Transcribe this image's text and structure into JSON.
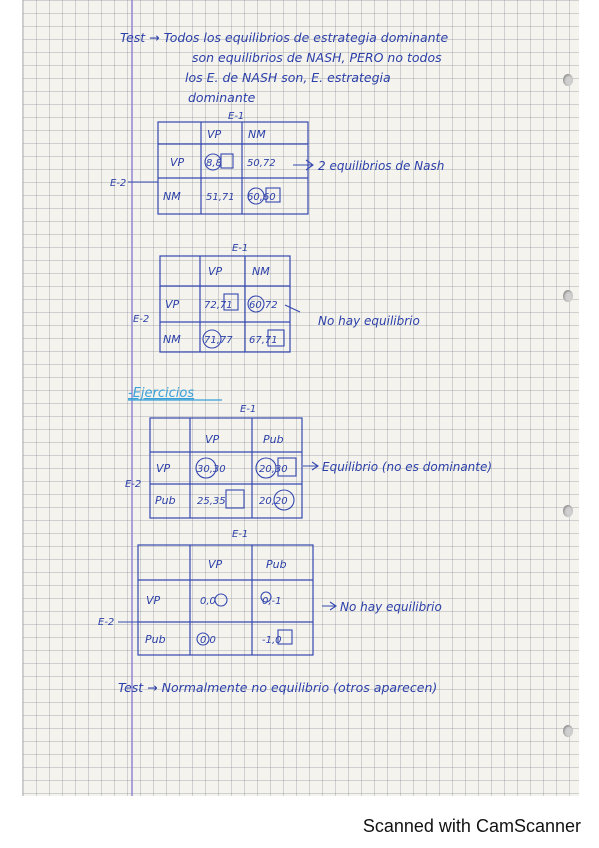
{
  "notes": {
    "intro_lines": [
      "Test → Todos los equilibrios de estrategia dominante",
      "son equilibrios de NASH, PERO no todos",
      "los E. de NASH son, E. estrategia",
      "dominante"
    ],
    "game1": {
      "player_top": "E-1",
      "player_left": "E-2",
      "cols": [
        "VP",
        "NM"
      ],
      "rows": [
        "VP",
        "NM"
      ],
      "cells": [
        [
          "8,8",
          "50,72"
        ],
        [
          "51,71",
          "60,60"
        ]
      ],
      "note": "2 equilibrios de Nash"
    },
    "game2": {
      "player_top": "E-1",
      "player_left": "E-2",
      "cols": [
        "VP",
        "NM"
      ],
      "rows": [
        "VP",
        "NM"
      ],
      "cells": [
        [
          "72,71",
          "60,72"
        ],
        [
          "71,77",
          "67,71"
        ]
      ],
      "note": "No hay equilibrio"
    },
    "section_heading": "-Ejercicios",
    "game3": {
      "player_top": "E-1",
      "player_left": "E-2",
      "cols": [
        "VP",
        "Pub"
      ],
      "rows": [
        "VP",
        "Pub"
      ],
      "cells": [
        [
          "30,30",
          "20,30"
        ],
        [
          "25,35",
          "20,20"
        ]
      ],
      "note": "Equilibrio (no es dominante)"
    },
    "game4": {
      "player_top": "E-1",
      "player_left": "E-2",
      "cols": [
        "VP",
        "Pub"
      ],
      "rows": [
        "VP",
        "Pub"
      ],
      "cells": [
        [
          "0,0",
          "0,-1"
        ],
        [
          "0,0",
          "-1,0"
        ]
      ],
      "note": "No hay equilibrio"
    },
    "final_line": "Test → Normalmente no equilibrio (otros aparecen)"
  },
  "footer": {
    "scanner_text": "Scanned with CamScanner"
  }
}
